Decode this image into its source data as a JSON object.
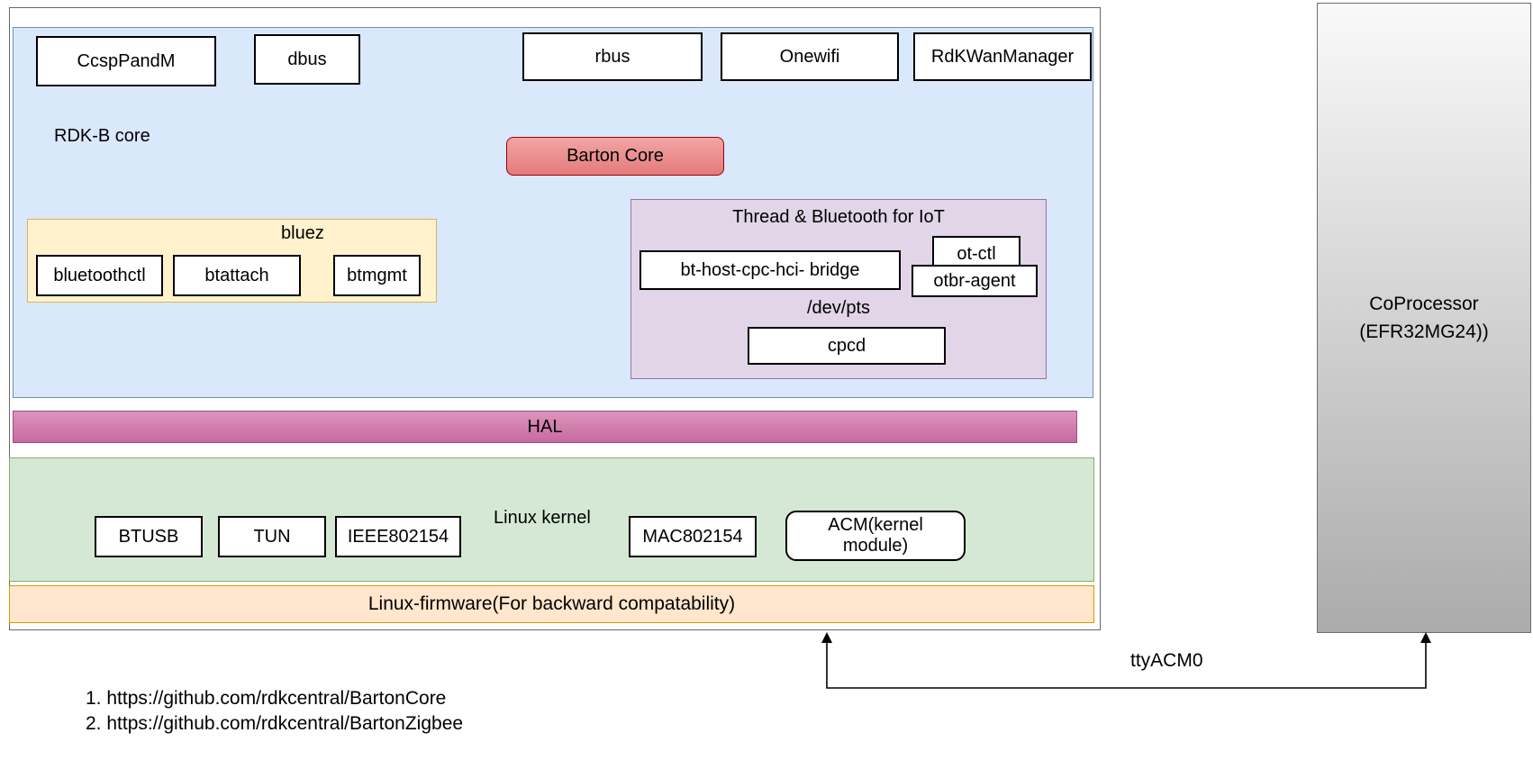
{
  "diagram": {
    "main": {
      "rdkb_core": {
        "label": "RDK-B core",
        "top_modules": [
          "CcspPandM",
          "dbus",
          "rbus",
          "Onewifi",
          "RdKWanManager"
        ],
        "barton_core_label": "Barton Core",
        "bluez": {
          "label": "bluez",
          "modules": [
            "bluetoothctl",
            "btattach",
            "btmgmt"
          ]
        },
        "thread_bluetooth_iot": {
          "label": "Thread & Bluetooth for IoT",
          "bt_host_bridge": "bt-host-cpc-hci- bridge",
          "ot_ctl": "ot-ctl",
          "otbr_agent": "otbr-agent",
          "dev_pts": "/dev/pts",
          "cpcd": "cpcd"
        }
      },
      "hal_label": "HAL",
      "linux_kernel": {
        "label": "Linux kernel",
        "modules": [
          "BTUSB",
          "TUN",
          "IEEE802154",
          "MAC802154"
        ],
        "acm_module": "ACM(kernel\nmodule)"
      },
      "linux_firmware_label": "Linux-firmware(For backward compatability)"
    },
    "coprocessor": {
      "label": "CoProcessor\n(EFR32MG24))"
    },
    "connection_label": "ttyACM0",
    "footnotes": [
      "1. https://github.com/rdkcentral/BartonCore",
      "2. https://github.com/rdkcentral/BartonZigbee"
    ],
    "colors": {
      "rdkb_core_fill": "#dae8fc",
      "rdkb_core_border": "#6c8ebf",
      "barton_core_fill": "#ea8c8c",
      "barton_core_border": "#990000",
      "bluez_fill": "#fff2cc",
      "bluez_border": "#d6b656",
      "thread_fill": "#e1d5e7",
      "thread_border": "#9673a6",
      "hal_fill": "#d083ae",
      "kernel_fill": "#d5e8d4",
      "kernel_border": "#82b366",
      "firmware_fill": "#ffe6cc",
      "firmware_border": "#d79b00",
      "coprocessor_fill": "#c9c9c9"
    }
  }
}
